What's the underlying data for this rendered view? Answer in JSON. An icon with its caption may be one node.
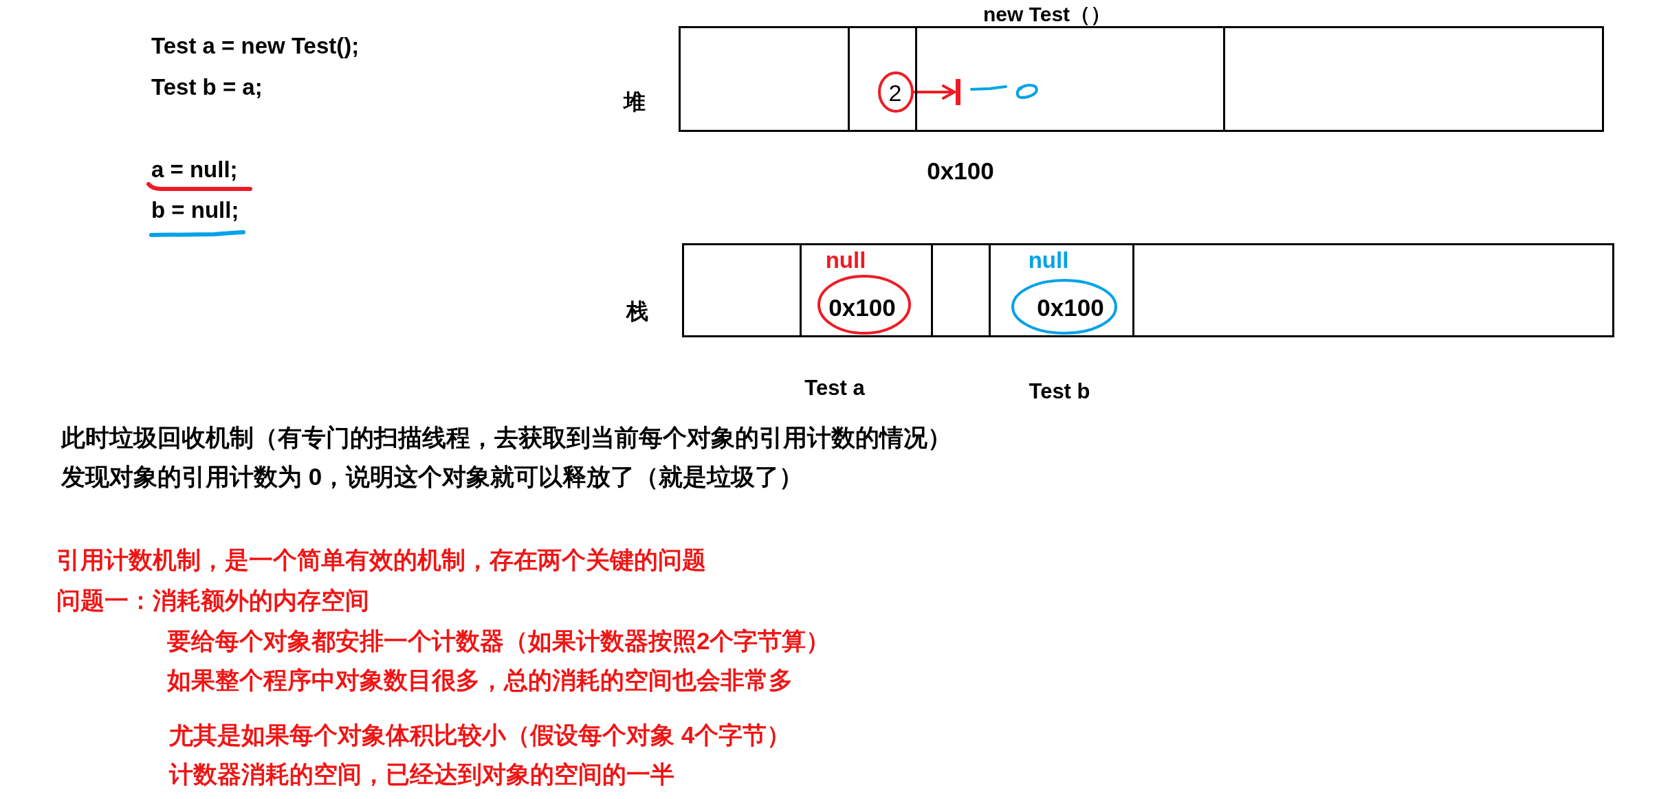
{
  "diagram": {
    "nodes": [
      {
        "text": [
          "堆"
        ]
      },
      {
        "text": [
          "new Test（）"
        ],
        "beside": [
          "0x100"
        ],
        "in": 0
      },
      {
        "text": [
          "2"
        ],
        "in": 1
      },
      {
        "text": [],
        "shape": "bar",
        "in": 1
      },
      {
        "text": [
          "栈"
        ]
      },
      {
        "text": [
          "Test a"
        ],
        "in": 4
      },
      {
        "text": [
          "0x100"
        ],
        "beside": [
          "null"
        ],
        "in": 5
      },
      {
        "text": [
          "Test b"
        ],
        "in": 4
      },
      {
        "text": [
          "0x100"
        ],
        "beside": [
          "null"
        ],
        "in": 7
      }
    ],
    "edges": [
      {
        "from": 2,
        "to": 3,
        "arrow": "to",
        "color": "#ed1c24"
      }
    ],
    "labels": [
      "Test a = new Test();",
      "Test b = a;",
      "a = null;",
      "b = null;",
      "此时垃圾回收机制（有专门的扫描线程，去获取到当前每个对象的引用计数的情况）",
      "发现对象的引用计数为 0，说明这个对象就可以释放了（就是垃圾了）",
      "引用计数机制，是一个简单有效的机制，存在两个关键的问题",
      "问题一：消耗额外的内存空间",
      "要给每个对象都安排一个计数器（如果计数器按照2个字节算）",
      "如果整个程序中对象数目很多，总的消耗的空间也会非常多",
      "尤其是如果每个对象体积比较小（假设每个对象 4个字节）",
      "计数器消耗的空间，已经达到对象的空间的一半"
    ]
  }
}
